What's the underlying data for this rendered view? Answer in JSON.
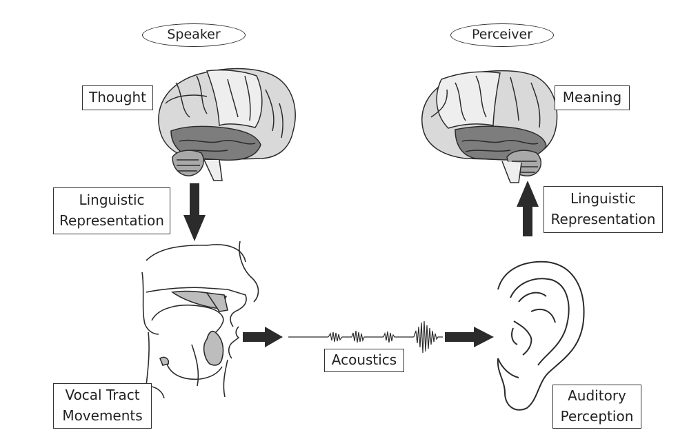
{
  "speaker": {
    "role": "Speaker",
    "thought": "Thought",
    "linguistic_line1": "Linguistic",
    "linguistic_line2": "Representation",
    "vocal_line1": "Vocal Tract",
    "vocal_line2": "Movements"
  },
  "perceiver": {
    "role": "Perceiver",
    "meaning": "Meaning",
    "linguistic_line1": "Linguistic",
    "linguistic_line2": "Representation",
    "auditory_line1": "Auditory",
    "auditory_line2": "Perception"
  },
  "acoustics": "Acoustics",
  "colors": {
    "ink": "#2b2b2b",
    "brain_light": "#d9d9d9",
    "brain_mid": "#a9a9a9",
    "brain_dark": "#7d7d7d",
    "tract_fill": "#bdbdbd"
  }
}
